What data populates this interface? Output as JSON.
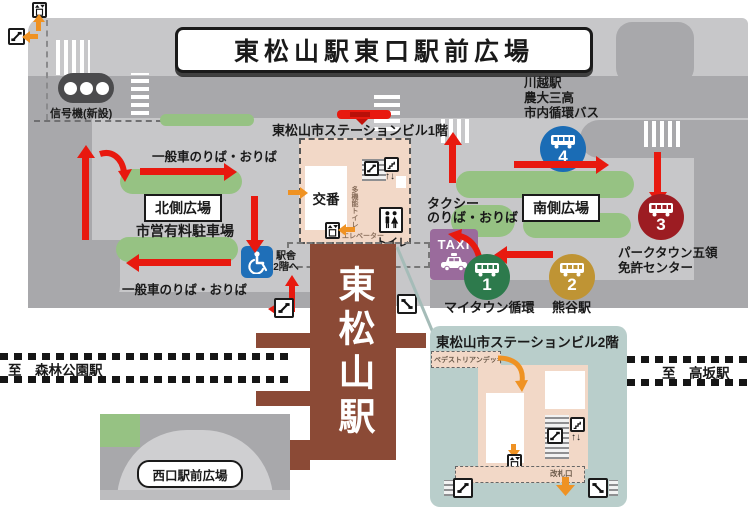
{
  "title": "東松山駅東口駅前広場",
  "colors": {
    "road_light": "#c7c7c9",
    "road_dark": "#a8a8ab",
    "green": "#96c283",
    "station_brown": "#8b4a36",
    "building_pink": "#f2d8c7",
    "inset_bg": "#b9cecb",
    "arrow_red": "#e8190f",
    "arrow_orange": "#ef9223",
    "taxi_purple": "#9a6b9c",
    "bus1_green": "#2d7a4c",
    "bus2_gold": "#bf9434",
    "bus3_red": "#9c1c22",
    "bus4_blue": "#1a6cb5",
    "wheelchair_blue": "#1f6fb8"
  },
  "signal": {
    "label": "信号機(新設)"
  },
  "north": {
    "name": "北側広場",
    "parking": "市営有料駐車場",
    "car_top": "一般車のりば・おりば",
    "car_bottom": "一般車のりば・おりば"
  },
  "bldg1f": {
    "label": "東松山市ステーションビル1階",
    "koban": "交番",
    "multi_toilet": "多機能トイレ",
    "toilet": "トイレ",
    "elevator": "エレベーター",
    "stairs_updown": "↑↓"
  },
  "taxi": {
    "line1": "タクシー",
    "line2": "のりば・おりば",
    "sign": "TAXI"
  },
  "south": {
    "name": "南側広場"
  },
  "bus": {
    "b1": {
      "no": "1",
      "label": "マイタウン循環"
    },
    "b2": {
      "no": "2",
      "label": "熊谷駅"
    },
    "b3": {
      "no": "3",
      "label1": "パークタウン五領",
      "label2": "免許センター"
    },
    "b4": {
      "no": "4",
      "dest1": "川越駅",
      "dest2": "農大三高",
      "dest3": "市内循環バス"
    }
  },
  "station": {
    "name": "東松山駅",
    "to2f_1": "駅舎",
    "to2f_2": "2階へ"
  },
  "rails": {
    "left": "至　森林公園駅",
    "right": "至　高坂駅"
  },
  "west": {
    "name": "西口駅前広場"
  },
  "inset": {
    "label": "東松山市ステーションビル2階",
    "deck": "ペデストリアンデッキ",
    "gate": "改札口",
    "stairs_updown": "↑↓"
  }
}
